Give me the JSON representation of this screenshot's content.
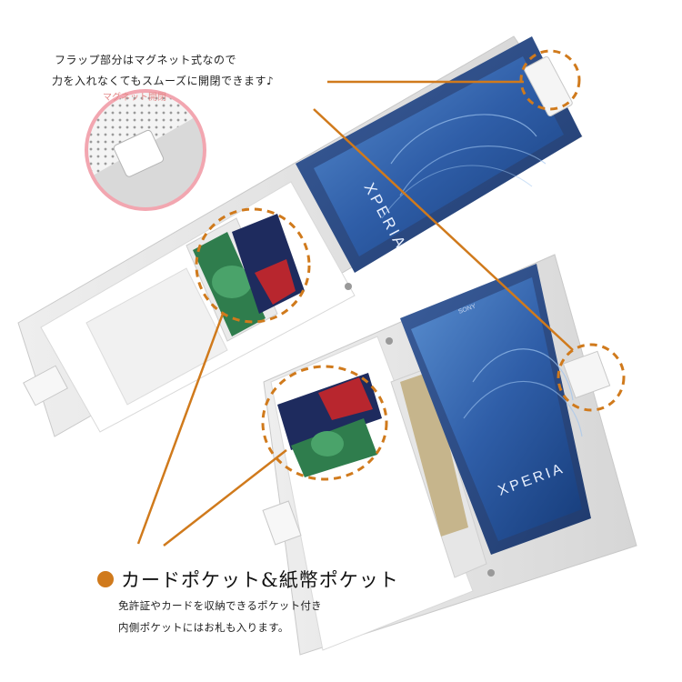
{
  "callout": {
    "line1": "フラップ部分はマグネット式なので",
    "line2": "力を入れなくてもスムーズに開閉できます♪",
    "magnet_label": "マグネット開閉"
  },
  "feature": {
    "title": "カードポケット&紙幣ポケット",
    "desc1": "免許証やカードを収納できるポケット付き",
    "desc2": "内側ポケットにはお札も入ります。"
  },
  "phone": {
    "brand": "XPERIA",
    "maker": "SONY"
  },
  "colors": {
    "accent": "#d07a1c",
    "magnet_circle": "#f2a6b0",
    "phone_blue": "#2d4f8f"
  }
}
